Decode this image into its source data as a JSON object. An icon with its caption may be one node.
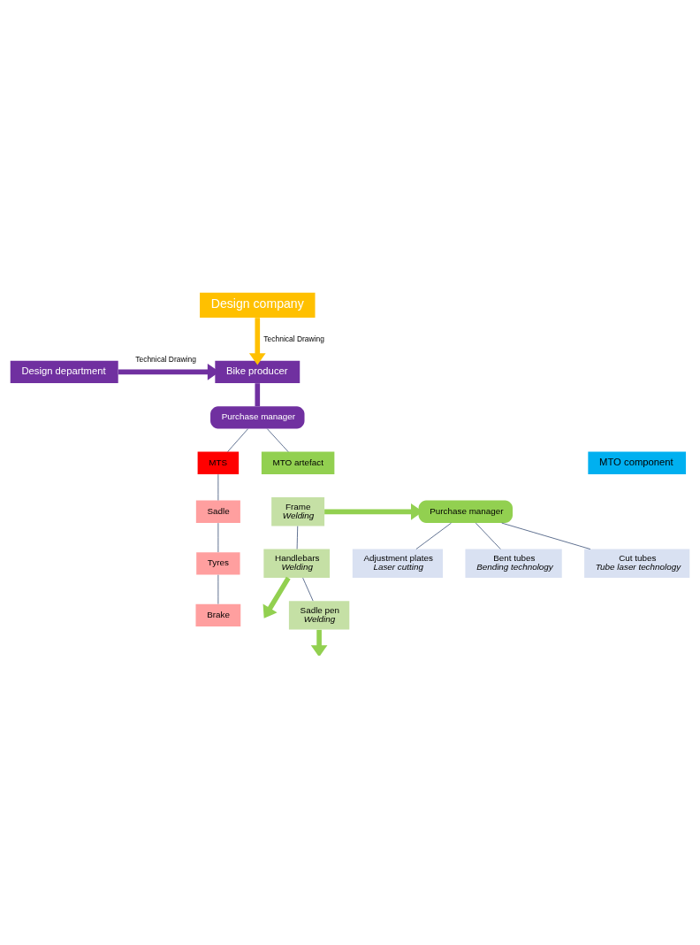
{
  "diagram": {
    "nodes": [
      {
        "text": [
          "Design company"
        ]
      },
      {
        "text": [
          "Bike producer"
        ]
      },
      {
        "text": [
          "Design department"
        ]
      },
      {
        "text": [
          "Purchase manager"
        ]
      },
      {
        "text": [
          "MTS"
        ]
      },
      {
        "text": [
          "Sadle"
        ]
      },
      {
        "text": [
          "Tyres"
        ]
      },
      {
        "text": [
          "Brake"
        ]
      },
      {
        "text": [
          "MTO artefact"
        ]
      },
      {
        "text": [
          "Frame",
          "Welding"
        ]
      },
      {
        "text": [
          "Handlebars",
          "Welding"
        ]
      },
      {
        "text": [
          "Sadle pen",
          "Welding"
        ]
      },
      {
        "text": [
          "Purchase manager"
        ]
      },
      {
        "text": [
          "MTO component"
        ]
      },
      {
        "text": [
          "Cut tubes",
          "Tube laser technology"
        ]
      },
      {
        "text": [
          "Bent tubes",
          "Bending technology"
        ]
      },
      {
        "text": [
          "Adjustment plates",
          "Laser cutting"
        ]
      }
    ],
    "edges": [
      {
        "from": 0,
        "to": 1,
        "arrow": "to",
        "label": "Technical Drawing",
        "style": "thick",
        "color": "#ffc000"
      },
      {
        "from": 2,
        "to": 1,
        "arrow": "to",
        "label": "Technical Drawing",
        "style": "thick",
        "color": "#7030a0"
      },
      {
        "from": 1,
        "to": 3,
        "arrow": "none",
        "style": "thick",
        "color": "#7030a0"
      },
      {
        "from": 3,
        "to": 4,
        "arrow": "none"
      },
      {
        "from": 3,
        "to": 8,
        "arrow": "none"
      },
      {
        "from": 4,
        "to": 5,
        "arrow": "none"
      },
      {
        "from": 5,
        "to": 6,
        "arrow": "none"
      },
      {
        "from": 6,
        "to": 7,
        "arrow": "none"
      },
      {
        "from": 9,
        "to": 10,
        "arrow": "none"
      },
      {
        "from": 10,
        "to": 11,
        "arrow": "none"
      },
      {
        "from": 9,
        "to": 12,
        "arrow": "to",
        "style": "thick",
        "color": "#92d050"
      },
      {
        "from": 10,
        "to": null,
        "arrow": "to",
        "style": "thick",
        "color": "#92d050"
      },
      {
        "from": 11,
        "to": null,
        "arrow": "to",
        "style": "thick",
        "color": "#92d050"
      },
      {
        "from": 12,
        "to": 14,
        "arrow": "none"
      },
      {
        "from": 12,
        "to": 15,
        "arrow": "none"
      },
      {
        "from": 12,
        "to": 16,
        "arrow": "none"
      }
    ]
  }
}
